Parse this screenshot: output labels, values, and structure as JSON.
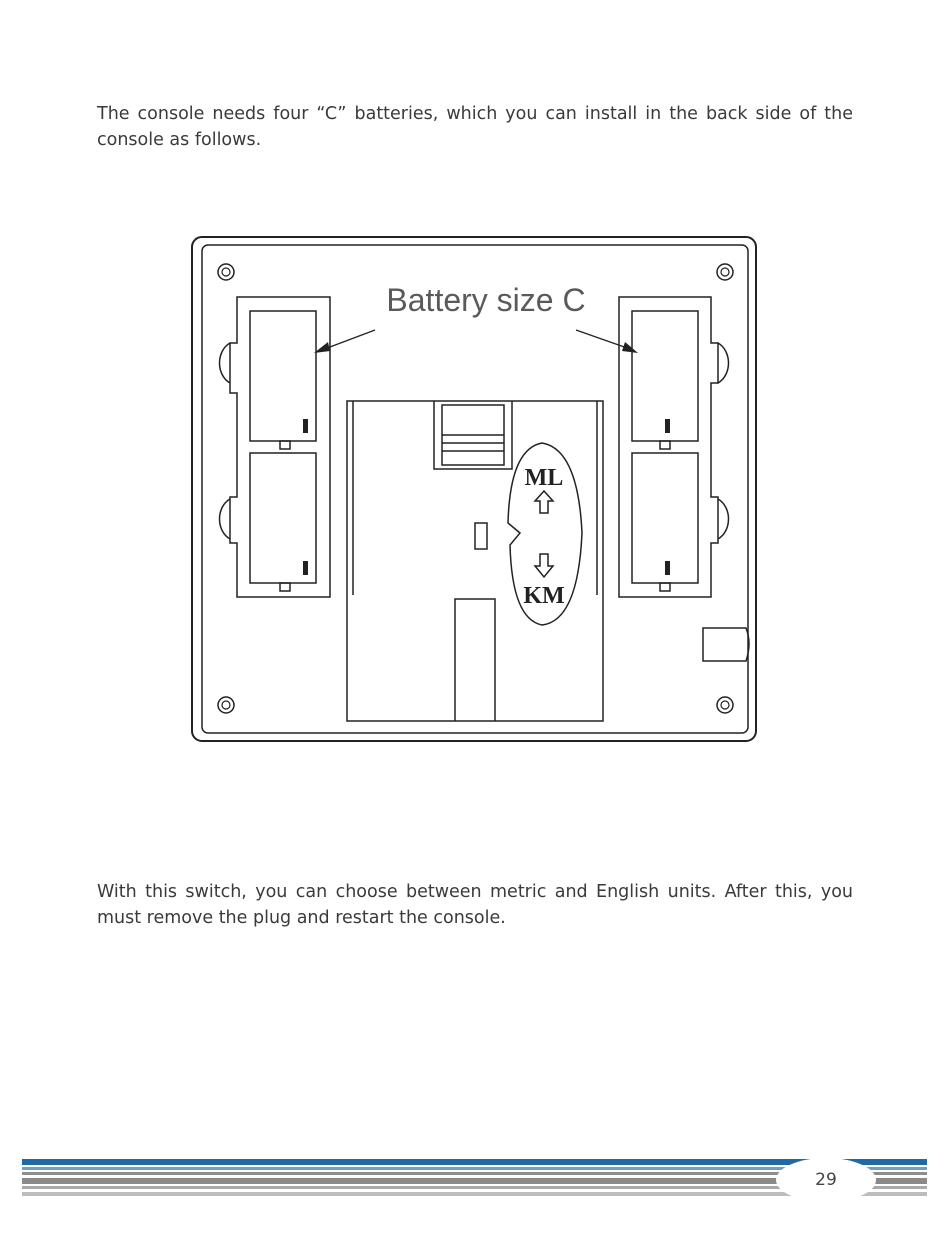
{
  "intro_text": "The console needs four “C” batteries, which you can install in the back side of the console as follows.",
  "figure": {
    "callout": "Battery size C",
    "switch_top": "ML",
    "switch_bottom": "KM"
  },
  "switch_text": "With this switch, you can choose between metric and English units. After this, you must remove the plug and restart the console.",
  "page_number": "29",
  "colors": {
    "accent_blue": "#1f6aa5",
    "footer_grey": "#9a9a9a"
  }
}
